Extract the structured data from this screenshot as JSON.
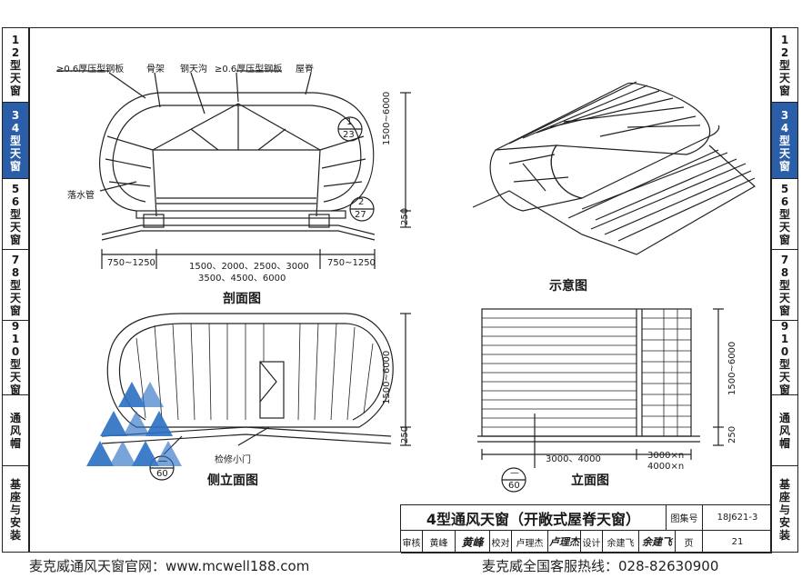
{
  "left_tabs": [
    {
      "label": "12型天窗",
      "active": false
    },
    {
      "label": "34型天窗",
      "active": true
    },
    {
      "label": "56型天窗",
      "active": false
    },
    {
      "label": "78型天窗",
      "active": false
    },
    {
      "label": "910型天窗",
      "active": false
    },
    {
      "label": "通风帽",
      "active": false
    },
    {
      "label": "基座与安装",
      "active": false
    }
  ],
  "right_tabs": [
    {
      "label": "12型天窗",
      "active": false
    },
    {
      "label": "34型天窗",
      "active": true
    },
    {
      "label": "56型天窗",
      "active": false
    },
    {
      "label": "78型天窗",
      "active": false
    },
    {
      "label": "910型天窗",
      "active": false
    },
    {
      "label": "通风帽",
      "active": false
    },
    {
      "label": "基座与安装",
      "active": false
    }
  ],
  "section_view": {
    "callouts": {
      "steel_plate_left": "≥0.6厚压型钢板",
      "frame": "骨架",
      "gutter": "钢天沟",
      "steel_plate_right": "≥0.6厚压型钢板",
      "ridge": "屋脊",
      "downpipe": "落水管"
    },
    "ref1_top": "1",
    "ref1_bottom": "23",
    "ref2_top": "2",
    "ref2_bottom": "27",
    "dim_height": "1500~6000",
    "dim_base": "250",
    "dim_side_left": "750~1250",
    "dim_side_right": "750~1250",
    "dim_center_1": "1500、2000、2500、3000",
    "dim_center_2": "3500、4500、6000",
    "title": "剖面图"
  },
  "perspective_view": {
    "title": "示意图"
  },
  "side_view": {
    "access_door": "检修小门",
    "ref_top": "—",
    "ref_bottom": "60",
    "dim_height": "1500~6000",
    "dim_base": "250",
    "title": "侧立面图"
  },
  "front_view": {
    "dim_width": "3000、4000",
    "dim_module_1": "3000×n",
    "dim_module_2": "4000×n",
    "dim_height": "1500~6000",
    "dim_base": "250",
    "ref_top": "—",
    "ref_bottom": "60",
    "title": "立面图"
  },
  "title_block": {
    "drawing_title": "4型通风天窗（开敞式屋脊天窗）",
    "atlas_label": "图集号",
    "atlas_no": "18J621-3",
    "page_label": "页",
    "page_no": "21",
    "review_label": "审核",
    "reviewer": "黄峰",
    "reviewer_sig": "黄峰",
    "check_label": "校对",
    "checker": "卢理杰",
    "checker_sig": "卢理杰",
    "design_label": "设计",
    "designer": "余建飞",
    "designer_sig": "余建飞"
  },
  "footer": {
    "left": "麦克威通风天窗官网：www.mcwell188.com",
    "right": "麦克威全国客服热线：028-82630900"
  },
  "colors": {
    "tab_active": "#2b5ea8",
    "logo_blue": "#2b6fc4",
    "line": "#222222"
  }
}
